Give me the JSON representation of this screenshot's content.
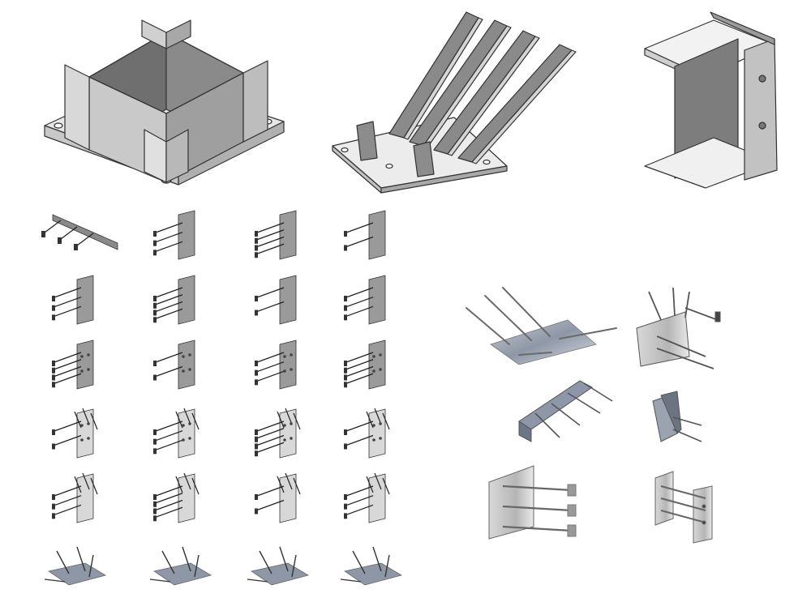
{
  "palette": {
    "background": "#ffffff",
    "steel_light": "#e6e6e6",
    "steel_mid": "#bdbdbd",
    "steel_dark": "#7a7a7a",
    "outline": "#333333",
    "rod": "#555555",
    "photo_plate": "#8e97a6"
  },
  "sections": {
    "large_models": [
      "stiffened-box-base",
      "inclined-fin-base",
      "i-beam-with-end-plate"
    ],
    "embed_grid": {
      "rows": 6,
      "cols": 4
    },
    "photo_group": [
      "anchor-plate-bent-rods",
      "angled-plate-anchors",
      "channel-with-studs",
      "angle-bracket-studs",
      "large-plate-anchors",
      "plate-with-bars"
    ]
  }
}
